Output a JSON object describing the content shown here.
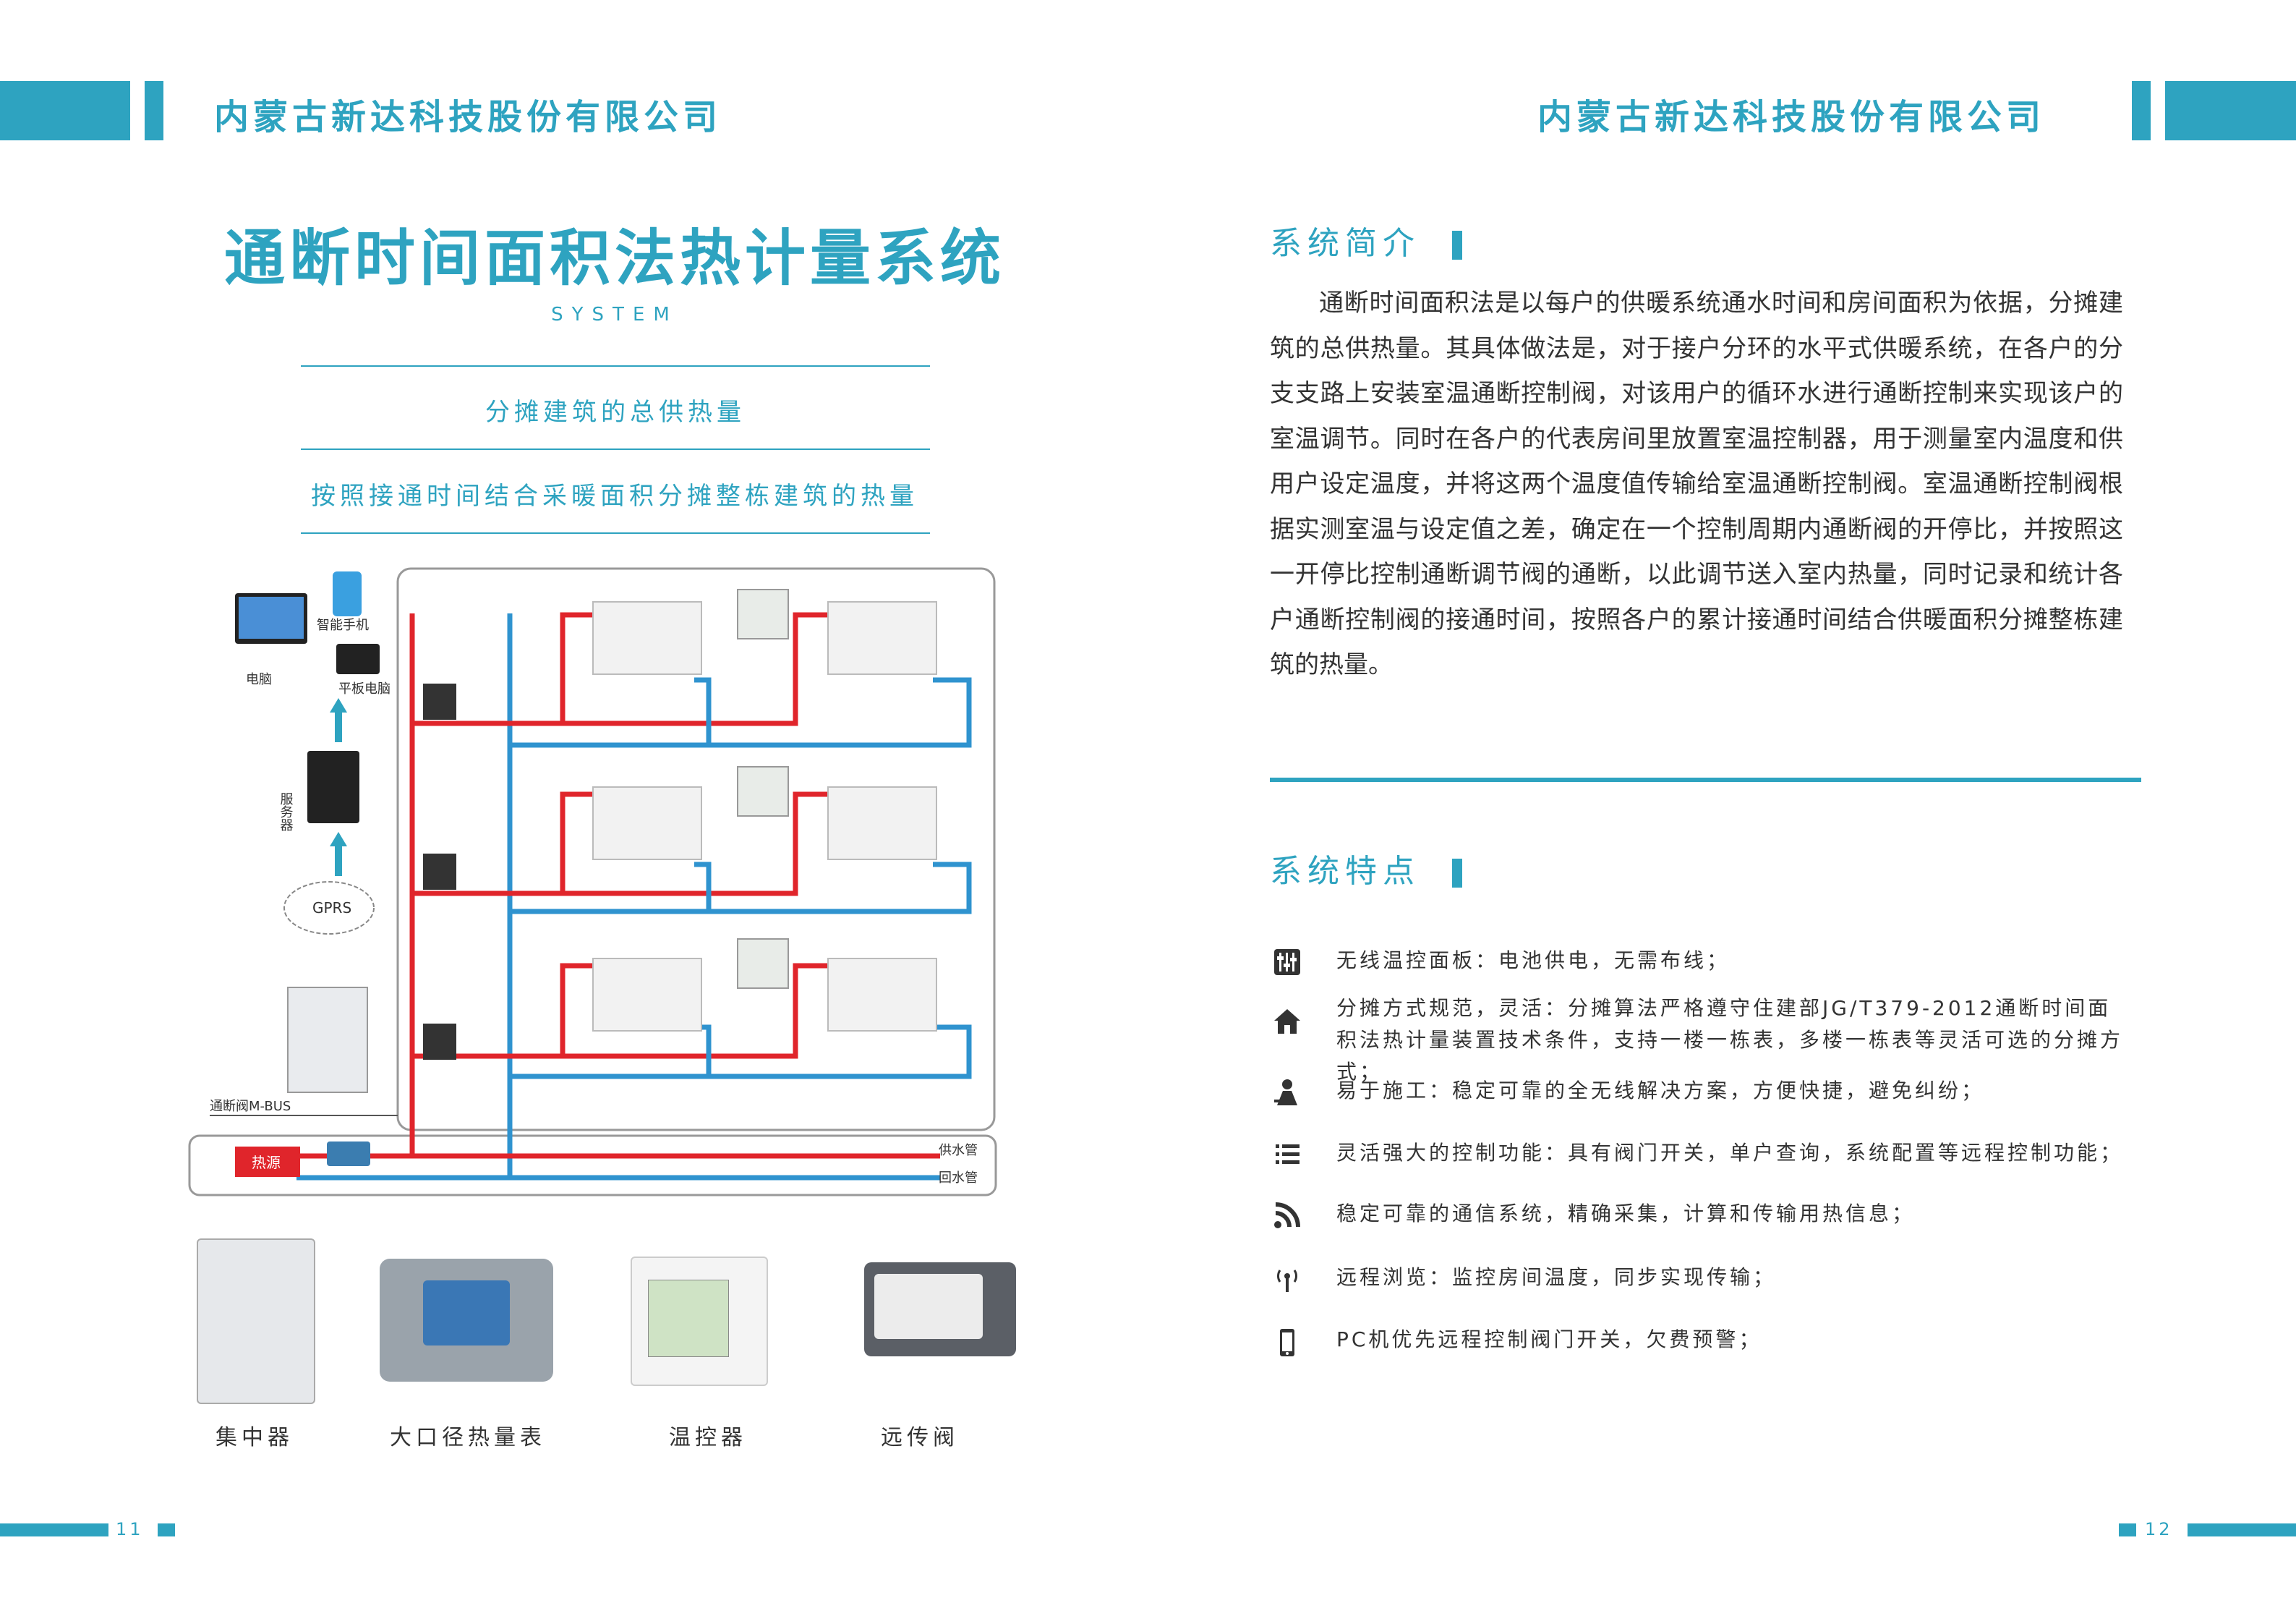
{
  "header": {
    "company_left": "内蒙古新达科技股份有限公司",
    "company_right": "内蒙古新达科技股份有限公司"
  },
  "left": {
    "title": "通断时间面积法热计量系统",
    "subtitle_en": "SYSTEM",
    "slogan1": "分摊建筑的总供热量",
    "slogan2": "按照接通时间结合采暖面积分摊整栋建筑的热量",
    "diagram": {
      "smartphone": "智能手机",
      "computer": "电脑",
      "tablet": "平板电脑",
      "server": "服务器",
      "gprs": "GPRS",
      "mbus": "通断阀M-BUS",
      "heat_source": "热源",
      "supply_pipe": "供水管",
      "return_pipe": "回水管"
    },
    "devices": [
      "集中器",
      "大口径热量表",
      "温控器",
      "远传阀"
    ]
  },
  "right": {
    "intro_title": "系统简介",
    "intro_text": "通断时间面积法是以每户的供暖系统通水时间和房间面积为依据，分摊建筑的总供热量。其具体做法是，对于接户分环的水平式供暖系统，在各户的分支支路上安装室温通断控制阀，对该用户的循环水进行通断控制来实现该户的室温调节。同时在各户的代表房间里放置室温控制器，用于测量室内温度和供用户设定温度，并将这两个温度值传输给室温通断控制阀。室温通断控制阀根据实测室温与设定值之差，确定在一个控制周期内通断阀的开停比，并按照这一开停比控制通断调节阀的通断，以此调节送入室内热量，同时记录和统计各户通断控制阀的接通时间，按照各户的累计接通时间结合供暖面积分摊整栋建筑的热量。",
    "features_title": "系统特点",
    "features": [
      {
        "icon": "sliders-icon",
        "text": "无线温控面板：电池供电，无需布线；"
      },
      {
        "icon": "house-icon",
        "text": "分摊方式规范，灵活：分摊算法严格遵守住建部JG/T379-2012通断时间面积法热计量装置技术条件，支持一楼一栋表，多楼一栋表等灵活可选的分摊方式；"
      },
      {
        "icon": "worker-icon",
        "text": "易于施工：稳定可靠的全无线解决方案，方便快捷，避免纠纷；"
      },
      {
        "icon": "list-icon",
        "text": "灵活强大的控制功能：具有阀门开关，单户查询，系统配置等远程控制功能；"
      },
      {
        "icon": "rss-icon",
        "text": "稳定可靠的通信系统，精确采集，计算和传输用热信息；"
      },
      {
        "icon": "broadcast-icon",
        "text": "远程浏览：监控房间温度，同步实现传输；"
      },
      {
        "icon": "phone-icon",
        "text": "PC机优先远程控制阀门开关，欠费预警；"
      }
    ]
  },
  "footer": {
    "page_left": "11",
    "page_right": "12"
  },
  "colors": {
    "accent": "#2ea3c0",
    "hot_pipe": "#e0252b",
    "cold_pipe": "#2f93cf"
  }
}
